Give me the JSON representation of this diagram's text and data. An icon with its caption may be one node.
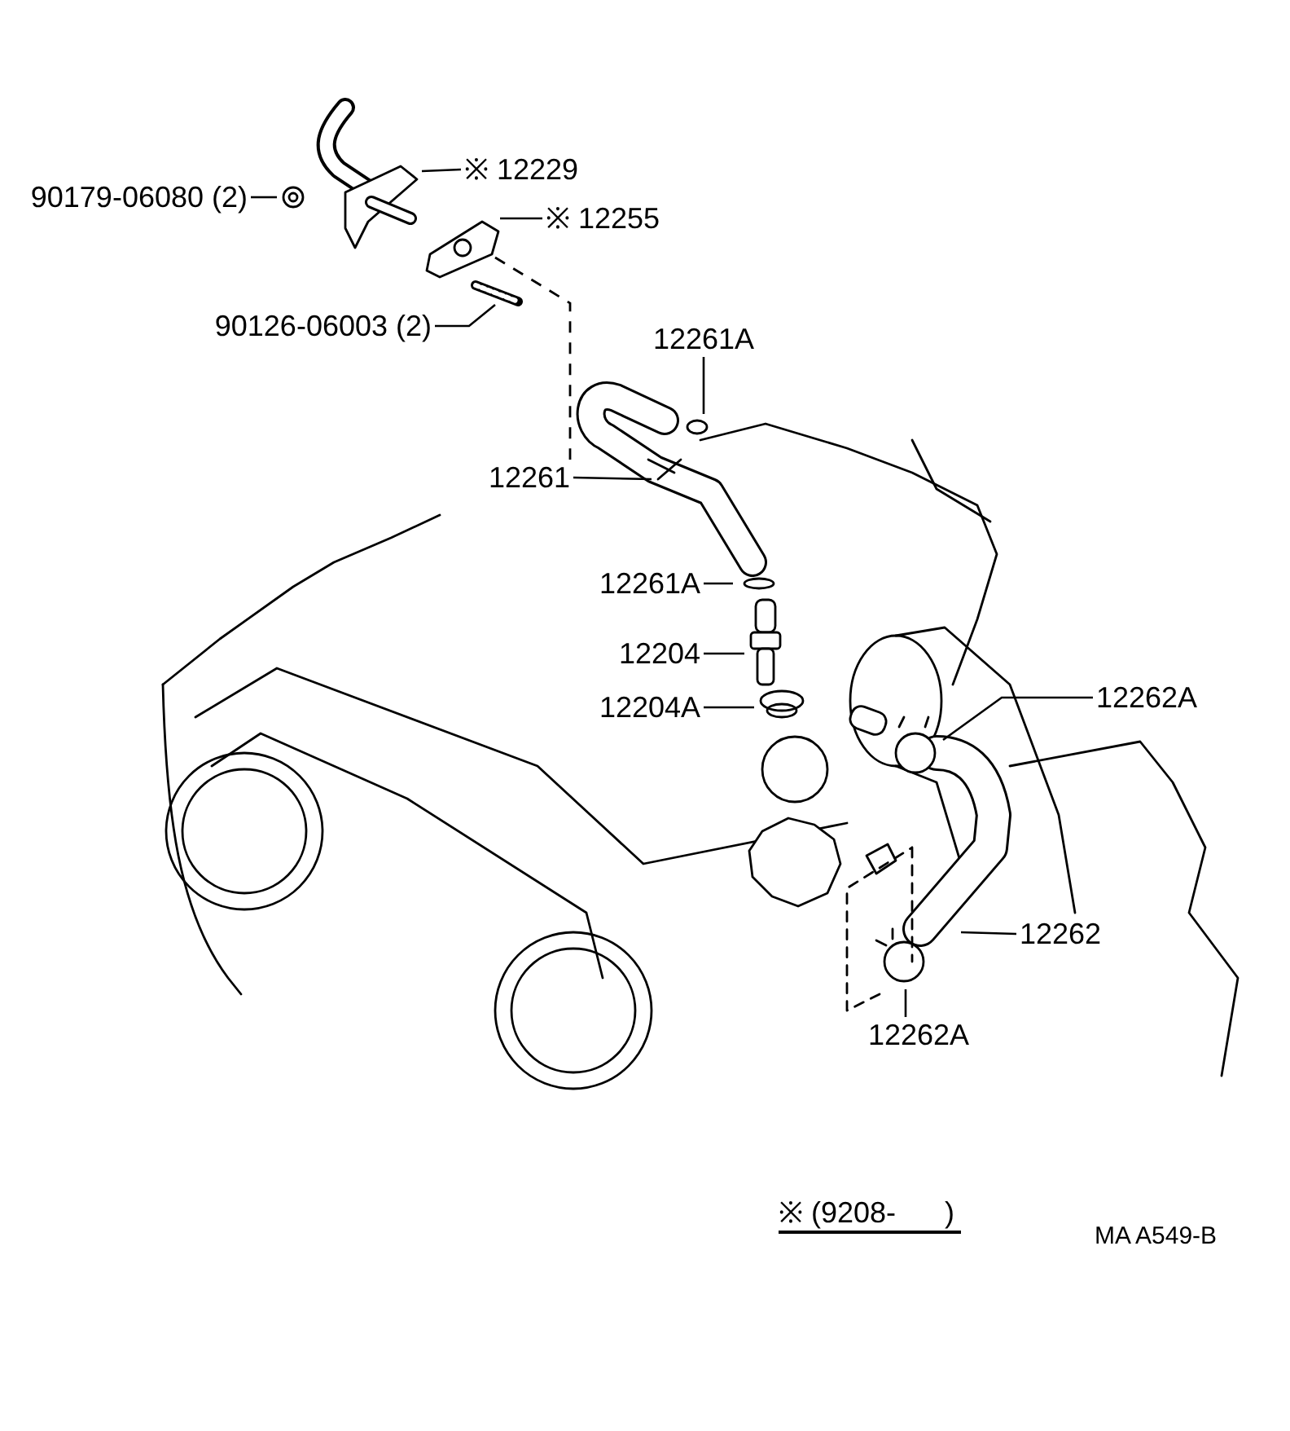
{
  "diagram": {
    "nodes": [
      {
        "text": [
          "※ 12229"
        ]
      },
      {
        "text": [
          "※ 12255"
        ]
      },
      {
        "text": [
          "90179-06080 (2)"
        ]
      },
      {
        "text": [
          "90126-06003 (2)"
        ]
      },
      {
        "text": [
          "12261A"
        ]
      },
      {
        "text": [
          "12261"
        ]
      },
      {
        "text": [
          "12261A"
        ]
      },
      {
        "text": [
          "12204"
        ]
      },
      {
        "text": [
          "12204A"
        ]
      },
      {
        "text": [
          "12262A"
        ]
      },
      {
        "text": [
          "12262"
        ]
      },
      {
        "text": [
          "12262A"
        ]
      }
    ],
    "edges": [
      {
        "from": 0,
        "to": null,
        "arrow": "none"
      },
      {
        "from": 1,
        "to": null,
        "arrow": "none"
      },
      {
        "from": 2,
        "to": null,
        "arrow": "none"
      },
      {
        "from": 3,
        "to": null,
        "arrow": "none"
      },
      {
        "from": 4,
        "to": null,
        "arrow": "none"
      },
      {
        "from": 5,
        "to": null,
        "arrow": "none"
      },
      {
        "from": 6,
        "to": null,
        "arrow": "none"
      },
      {
        "from": 7,
        "to": null,
        "arrow": "none"
      },
      {
        "from": 8,
        "to": null,
        "arrow": "none"
      },
      {
        "from": 9,
        "to": null,
        "arrow": "none"
      },
      {
        "from": 10,
        "to": null,
        "arrow": "none"
      },
      {
        "from": 11,
        "to": null,
        "arrow": "none"
      }
    ],
    "labels": [
      "※ (9208-      )",
      "MA A549-B"
    ]
  }
}
